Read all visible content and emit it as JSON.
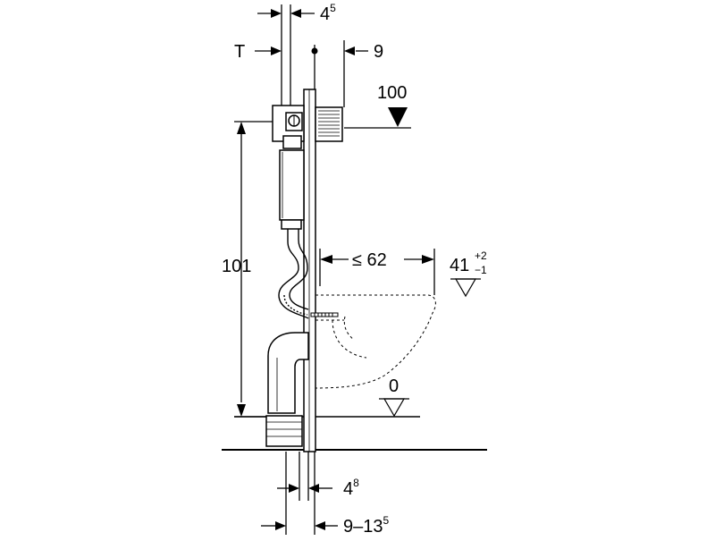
{
  "dimensions": {
    "top_gap": {
      "base": "4",
      "sup": "5"
    },
    "t_label": "T",
    "pipe_offset": "9",
    "cistern_height": "100",
    "frame_height": "101",
    "bowl_reach": "≤ 62",
    "bowl_height": {
      "base": "41",
      "sup_top": "+2",
      "sup_bottom": "−1"
    },
    "floor_level": "0",
    "bottom_gap": {
      "base": "4",
      "sup": "8"
    },
    "wall_range": {
      "base": "9–13",
      "sup": "5"
    }
  }
}
